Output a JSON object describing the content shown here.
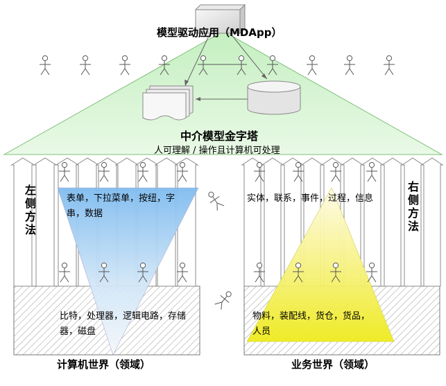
{
  "app_title": "模型驱动应用（MDApp）",
  "pyramid_title": "中介模型金字塔",
  "pyramid_subtitle": "人可理解 / 操作且计算机可处理",
  "left_method": "左侧方法",
  "right_method": "右侧方法",
  "left_ui_items": "表单，下拉菜单，按纽，字串，数据",
  "right_biz_items": "实体，联系，事件，过程，信息",
  "left_hw_items": "比特，处理器，逻辑电路，存储器，磁盘",
  "right_goods_items": "物料，装配线，货仓，货品，人员",
  "left_world": "计算机世界（领域）",
  "right_world": "业务世界（领域）",
  "colors": {
    "pyramid_fill": "#d9f5d4",
    "left_triangle_top": "#8ec6f2",
    "right_triangle_bottom": "#f2ef2c",
    "hatch": "#9a9a9a"
  }
}
